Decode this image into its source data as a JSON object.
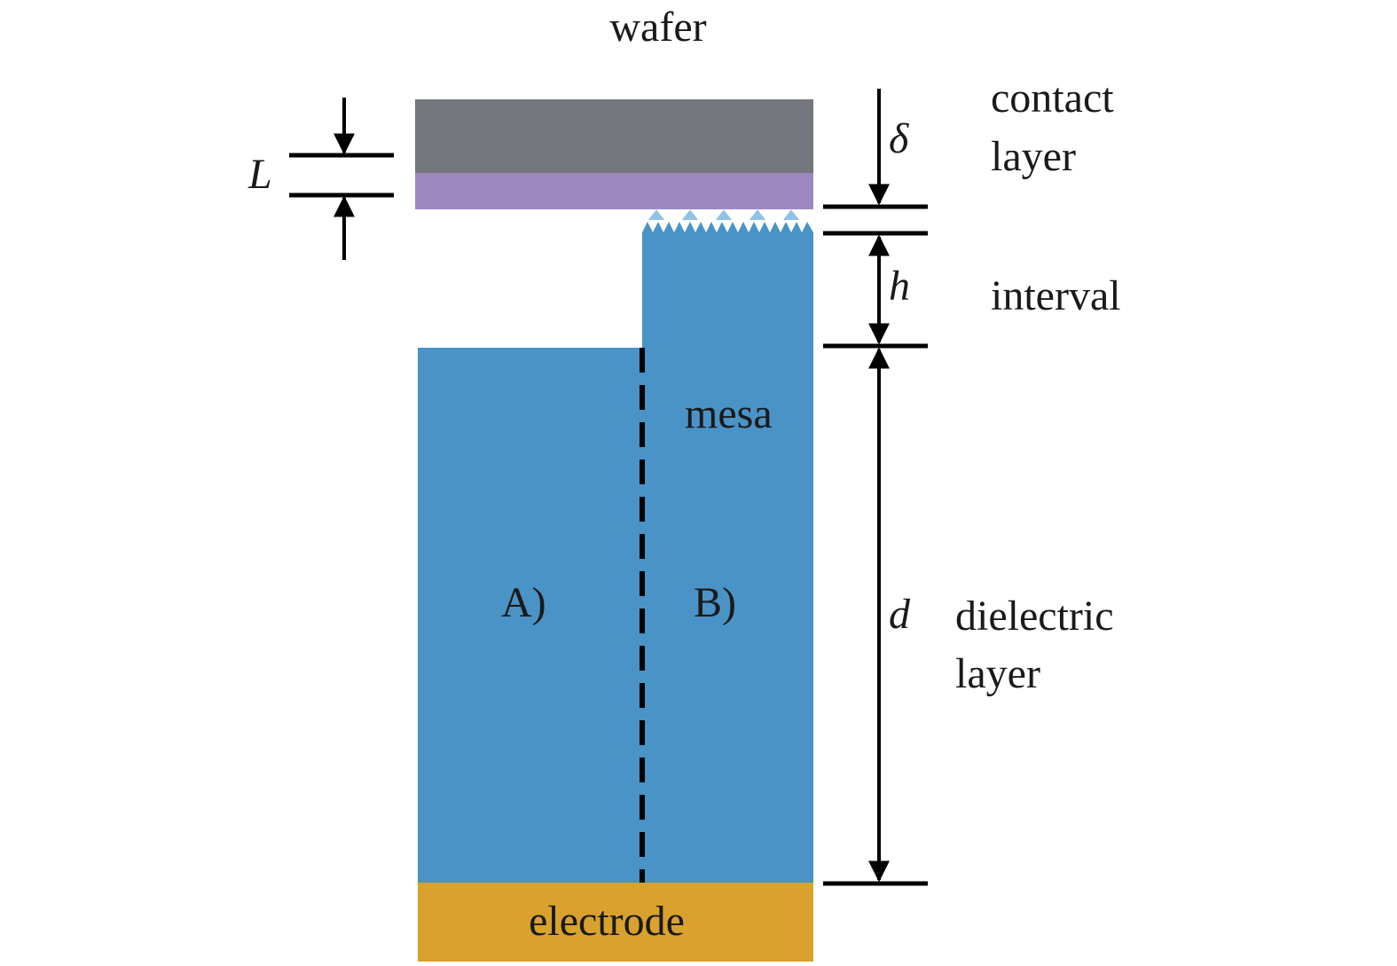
{
  "title": "wafer",
  "labels": {
    "contact_line1": "contact",
    "contact_line2": "layer",
    "interval": "interval",
    "mesa": "mesa",
    "region_a": "A)",
    "region_b": "B)",
    "dielectric_line1": "dielectric",
    "dielectric_line2": "layer",
    "electrode": "electrode"
  },
  "dimensions": {
    "L": "L",
    "delta": "δ",
    "h": "h",
    "d": "d"
  },
  "colors": {
    "wafer": "#75777e",
    "contact_layer": "#9e88c0",
    "dielectric": "#4a93c6",
    "electrode": "#d9a22e",
    "ink": "#000000"
  }
}
